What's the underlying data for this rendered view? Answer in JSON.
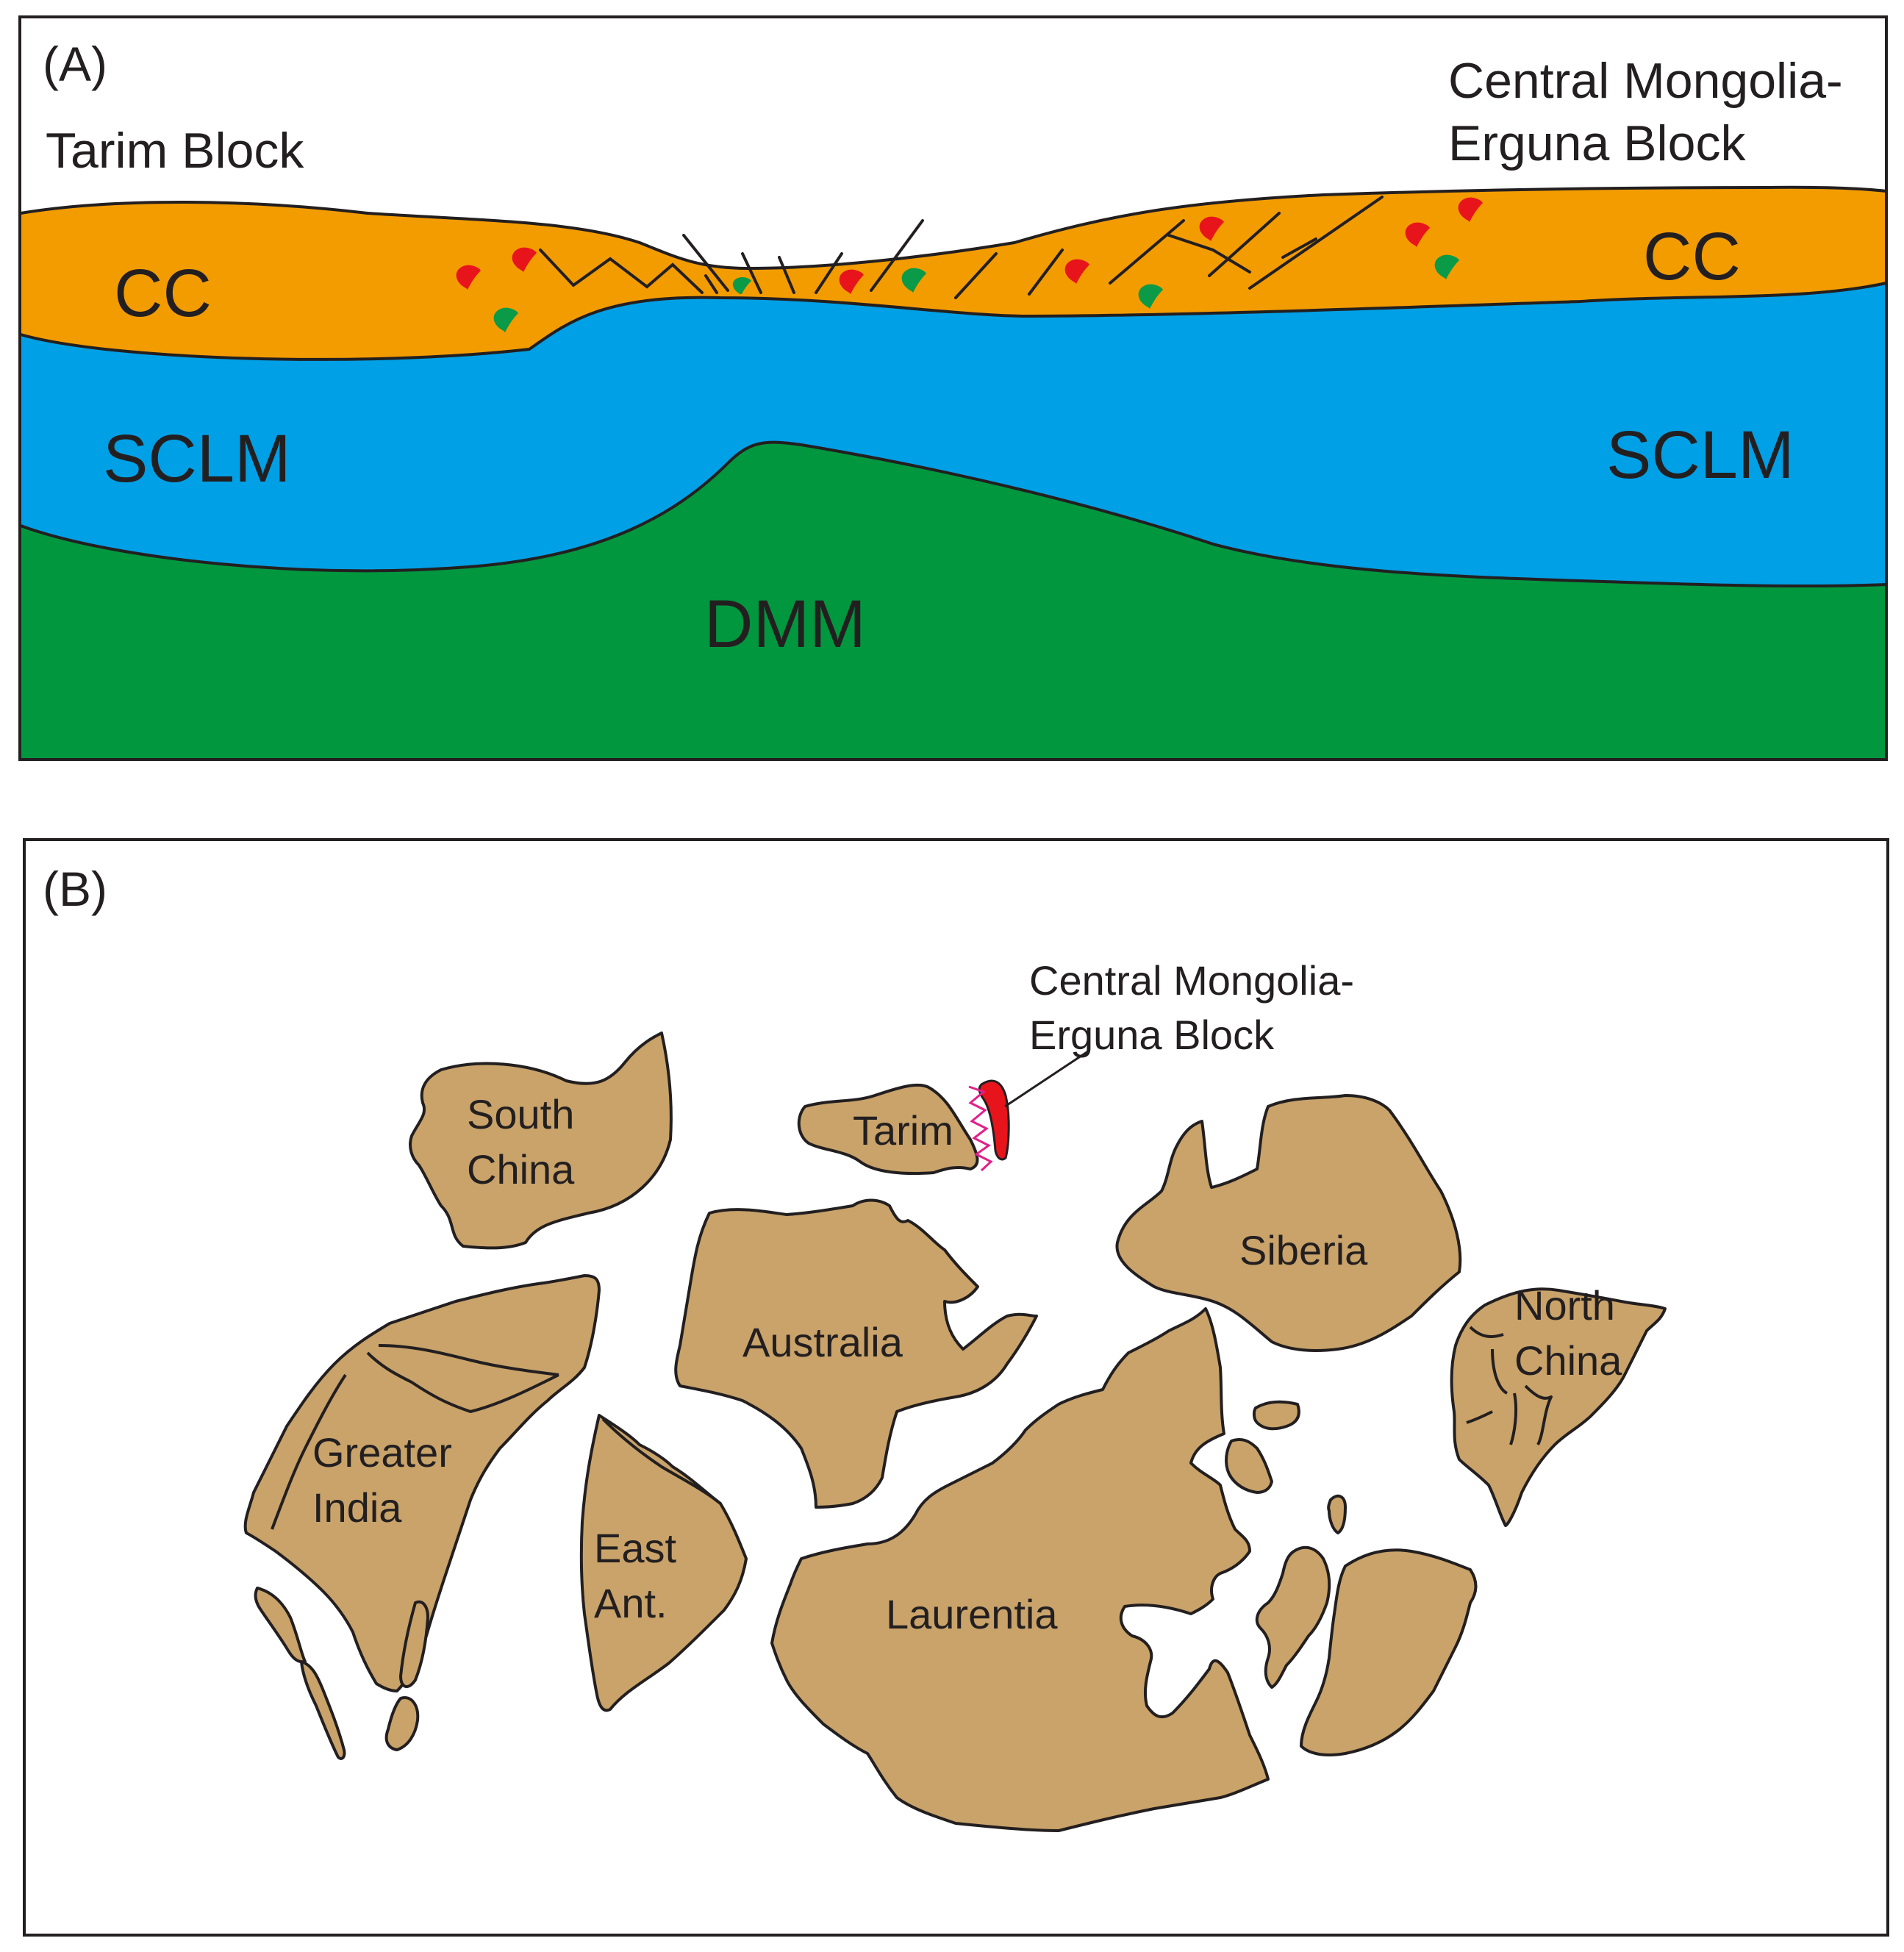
{
  "panel_a": {
    "tag": "(A)",
    "left_block": "Tarim Block",
    "right_block_line1": "Central Mongolia-",
    "right_block_line2": "Erguna Block",
    "layer_cc_left": "CC",
    "layer_cc_right": "CC",
    "layer_sclm_left": "SCLM",
    "layer_sclm_right": "SCLM",
    "layer_dmm": "DMM",
    "colors": {
      "cc": "#f39c00",
      "sclm": "#00a0e6",
      "dmm": "#00973f",
      "marker_red": "#e8141c",
      "marker_green": "#0a9a48"
    }
  },
  "panel_b": {
    "tag": "(B)",
    "callout_line1": "Central Mongolia-",
    "callout_line2": "Erguna Block",
    "cratons": {
      "south_china_1": "South",
      "south_china_2": "China",
      "tarim": "Tarim",
      "australia": "Australia",
      "siberia": "Siberia",
      "north_china_1": "North",
      "north_china_2": "China",
      "greater_india_1": "Greater",
      "greater_india_2": "India",
      "east_ant_1": "East",
      "east_ant_2": "Ant.",
      "laurentia": "Laurentia"
    },
    "colors": {
      "land": "#c9a36a",
      "block_highlight": "#e8141c",
      "suture": "#e0218a"
    }
  }
}
